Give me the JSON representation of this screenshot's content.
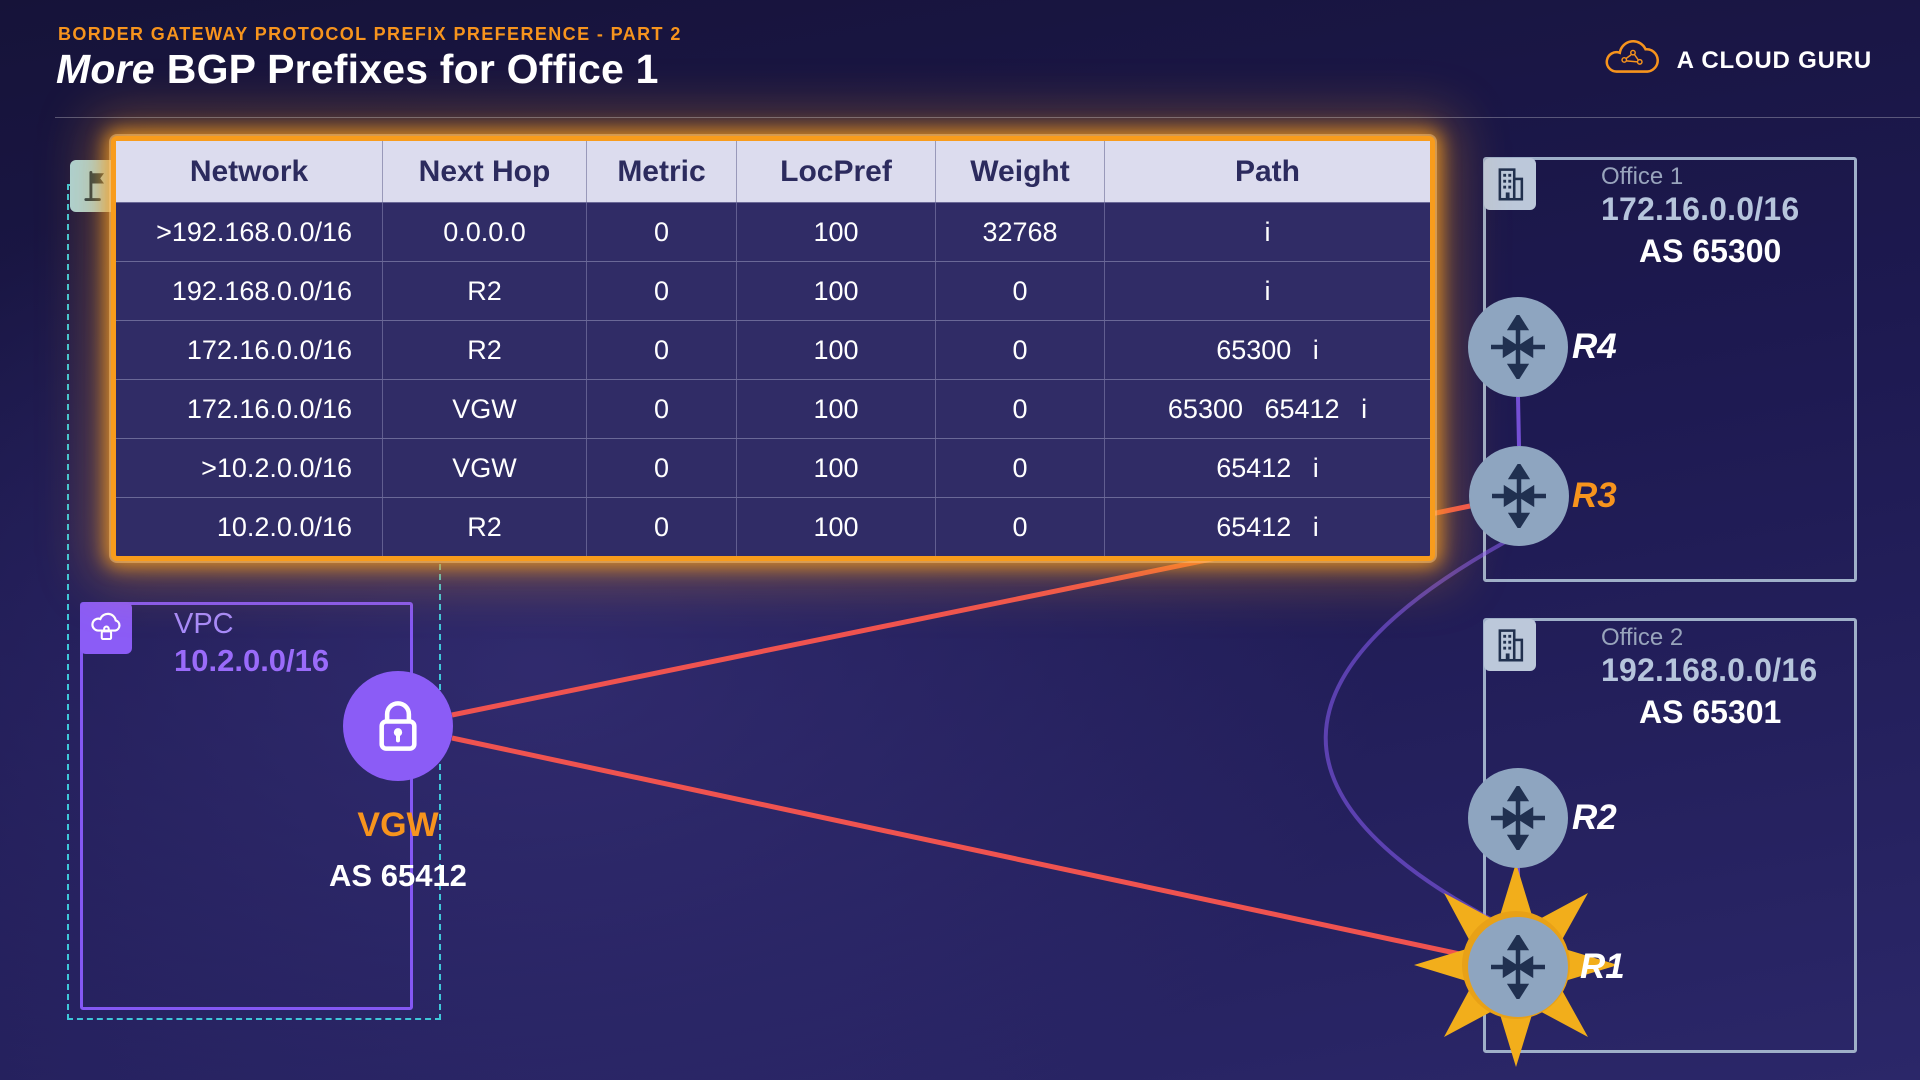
{
  "header": {
    "kicker": "BORDER GATEWAY PROTOCOL PREFIX PREFERENCE - PART 2",
    "title_em": "More",
    "title_rest": "BGP Prefixes for Office 1",
    "brand": "A CLOUD GURU"
  },
  "bgp_table": {
    "columns": [
      "Network",
      "Next Hop",
      "Metric",
      "LocPref",
      "Weight",
      "Path"
    ],
    "rows": [
      [
        ">192.168.0.0/16",
        "0.0.0.0",
        "0",
        "100",
        "32768",
        "i"
      ],
      [
        "192.168.0.0/16",
        "R2",
        "0",
        "100",
        "0",
        "i"
      ],
      [
        "172.16.0.0/16",
        "R2",
        "0",
        "100",
        "0",
        "65300 i"
      ],
      [
        "172.16.0.0/16",
        "VGW",
        "0",
        "100",
        "0",
        "65300 65412 i"
      ],
      [
        ">10.2.0.0/16",
        "VGW",
        "0",
        "100",
        "0",
        "65412 i"
      ],
      [
        "10.2.0.0/16",
        "R2",
        "0",
        "100",
        "0",
        "65412 i"
      ]
    ]
  },
  "sites": {
    "office1": {
      "name": "Office 1",
      "prefix": "172.16.0.0/16",
      "asn": "AS 65300",
      "router_top": "R4",
      "router_bottom": "R3"
    },
    "office2": {
      "name": "Office 2",
      "prefix": "192.168.0.0/16",
      "asn": "AS 65301",
      "router_top": "R2",
      "router_bottom": "R1"
    },
    "vpc": {
      "name": "VPC",
      "prefix": "10.2.0.0/16",
      "gateway": "VGW",
      "asn": "AS 65412"
    }
  },
  "colors": {
    "accent_orange": "#F7941D",
    "link_red": "#EF5350",
    "purple": "#8B5CF6",
    "slate": "#8EA5C0",
    "teal": "#3FC7D9",
    "gold": "#F2AE1B"
  }
}
